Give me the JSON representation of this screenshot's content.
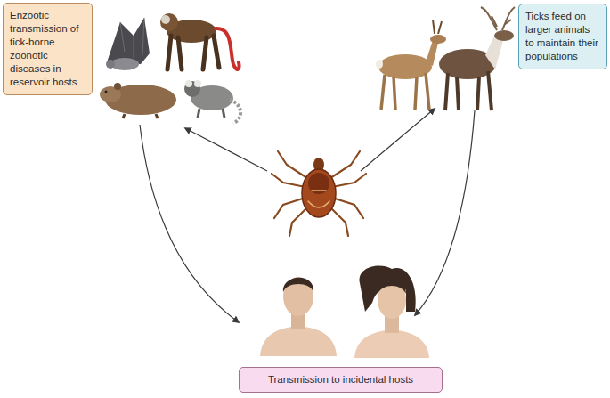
{
  "diagram": {
    "nodes": [
      {
        "text": [
          "Enzootic transmission of tick-borne zoonotic diseases in reservoir hosts"
        ]
      },
      {
        "text": [
          "Ticks feed on larger animals to maintain their populations"
        ]
      },
      {
        "text": [
          "Transmission to incidental hosts"
        ]
      }
    ]
  }
}
